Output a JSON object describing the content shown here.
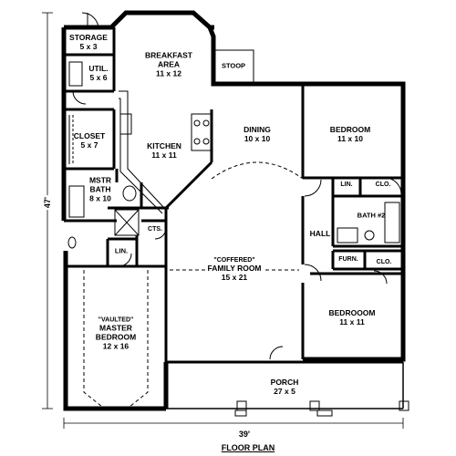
{
  "title": "FLOOR PLAN",
  "dimensions": {
    "width": "39'",
    "depth": "47'"
  },
  "rooms": {
    "storage": {
      "name": "STORAGE",
      "size": "5 x 3"
    },
    "util": {
      "name": "UTIL.",
      "size": "5 x 6"
    },
    "breakfast": {
      "name": "BREAKFAST",
      "name2": "AREA",
      "size": "11 x 12"
    },
    "stoop": {
      "name": "STOOP"
    },
    "closet": {
      "name": "CLOSET",
      "size": "5 x 7"
    },
    "kitchen": {
      "name": "KITCHEN",
      "size": "11 x 11"
    },
    "dining": {
      "name": "DINING",
      "size": "10 x 10"
    },
    "bedroom1": {
      "name": "BEDROOM",
      "size": "11 x 10"
    },
    "mstr_bath": {
      "name": "MSTR",
      "name2": "BATH",
      "size": "8 x 10"
    },
    "cts": {
      "name": "CTS."
    },
    "lin1": {
      "name": "LIN."
    },
    "clo1": {
      "name": "CLO."
    },
    "bath2": {
      "name": "BATH #2"
    },
    "hall": {
      "name": "HALL"
    },
    "lin2": {
      "name": "LIN."
    },
    "furn": {
      "name": "FURN."
    },
    "clo2": {
      "name": "CLO."
    },
    "family": {
      "qualifier": "\"COFFERED\"",
      "name": "FAMILY ROOM",
      "size": "15 x 21"
    },
    "master": {
      "qualifier": "\"VAULTED\"",
      "name": "MASTER",
      "name2": "BEDROOM",
      "size": "12 x 16"
    },
    "bedroom2": {
      "name": "BEDROOOM",
      "size": "11 x 11"
    },
    "porch": {
      "name": "PORCH",
      "size": "27 x 5"
    }
  }
}
